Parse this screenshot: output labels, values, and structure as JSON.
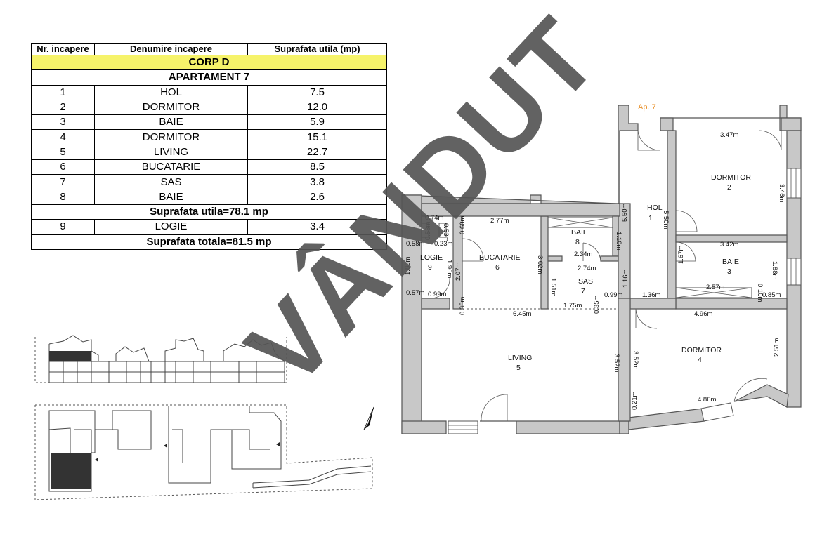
{
  "table": {
    "headers": [
      "Nr. incapere",
      "Denumire incapere",
      "Suprafata utila (mp)"
    ],
    "corp": "CORP D",
    "apartment": "APARTAMENT 7",
    "rows": [
      {
        "nr": "1",
        "name": "HOL",
        "area": "7.5"
      },
      {
        "nr": "2",
        "name": "DORMITOR",
        "area": "12.0"
      },
      {
        "nr": "3",
        "name": "BAIE",
        "area": "5.9"
      },
      {
        "nr": "4",
        "name": "DORMITOR",
        "area": "15.1"
      },
      {
        "nr": "5",
        "name": "LIVING",
        "area": "22.7"
      },
      {
        "nr": "6",
        "name": "BUCATARIE",
        "area": "8.5"
      },
      {
        "nr": "7",
        "name": "SAS",
        "area": "3.8"
      },
      {
        "nr": "8",
        "name": "BAIE",
        "area": "2.6"
      }
    ],
    "utila_total": "Suprafata utila=78.1 mp",
    "logie_row": {
      "nr": "9",
      "name": "LOGIE",
      "area": "3.4"
    },
    "totala": "Suprafata totala=81.5 mp"
  },
  "plan": {
    "apt_label": "Ap. 7",
    "watermark": "VÂNDUT",
    "accent_color": "#e8902a",
    "highlight_color": "#f6f36a",
    "rooms": {
      "hol": {
        "name": "HOL",
        "nr": "1"
      },
      "dormitor2": {
        "name": "DORMITOR",
        "nr": "2"
      },
      "baie3": {
        "name": "BAIE",
        "nr": "3"
      },
      "dormitor4": {
        "name": "DORMITOR",
        "nr": "4"
      },
      "living": {
        "name": "LIVING",
        "nr": "5"
      },
      "bucatarie": {
        "name": "BUCATARIE",
        "nr": "6"
      },
      "sas": {
        "name": "SAS",
        "nr": "7"
      },
      "baie8": {
        "name": "BAIE",
        "nr": "8"
      },
      "logie": {
        "name": "LOGIE",
        "nr": "9"
      }
    },
    "dims": {
      "d347": "3.47m",
      "d346": "3.46m",
      "d550a": "5.50m",
      "d550b": "5.50m",
      "d342": "3.42m",
      "d167": "1.67m",
      "d188": "1.88m",
      "d257": "2.57m",
      "d085": "0.85m",
      "d010": "0.10m",
      "d496": "4.96m",
      "d251": "2.51m",
      "d136": "1.36m",
      "d486": "4.86m",
      "d352a": "3.52m",
      "d021": "0.21m",
      "d352b": "3.52m",
      "d645": "6.45m",
      "d175": "1.75m",
      "d035a": "0.35m",
      "d035b": "0.35m",
      "d099a": "0.99m",
      "d116": "1.16m",
      "d151": "1.51m",
      "d302": "3.02m",
      "d274": "2.74m",
      "d234": "2.34m",
      "d110": "1.10m",
      "d277": "2.77m",
      "d074": "0.74m",
      "d058a": "0.58m",
      "d053": "0.53m",
      "d060": "0.60m",
      "d058b": "0.58m",
      "d023": "0.23m",
      "d185": "1.85m",
      "d196": "1.96m",
      "d207": "2.07m",
      "d057": "0.57m",
      "d099b": "0.99m"
    }
  }
}
